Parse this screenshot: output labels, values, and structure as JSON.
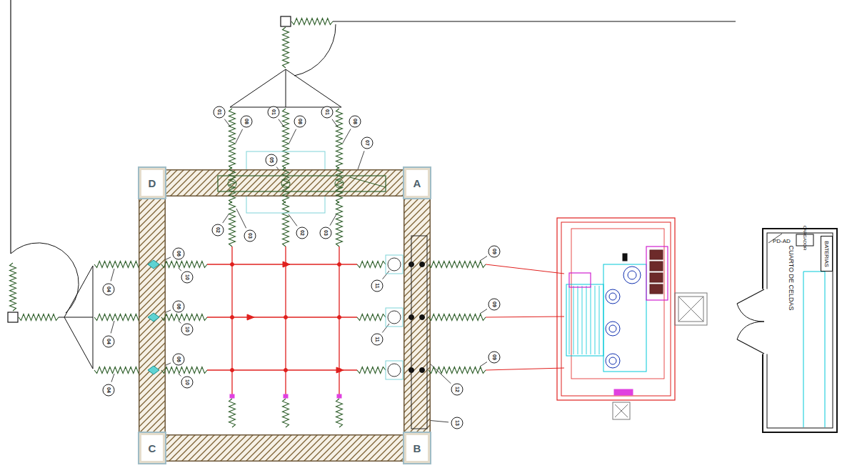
{
  "diagram": {
    "nodes": [
      {
        "text": [
          "D"
        ]
      },
      {
        "text": [
          "A"
        ]
      },
      {
        "text": [
          "C"
        ]
      },
      {
        "text": [
          "B"
        ]
      },
      {
        "text": [
          "BATERIAS"
        ]
      }
    ],
    "edges": [
      {
        "from": 0,
        "to": 1,
        "arrow": "none"
      },
      {
        "from": 1,
        "to": 3,
        "arrow": "none"
      },
      {
        "from": 3,
        "to": 2,
        "arrow": "none"
      },
      {
        "from": 2,
        "to": 0,
        "arrow": "none"
      }
    ],
    "labels": [
      "01",
      "08",
      "01",
      "08",
      "01",
      "08",
      "05",
      "07",
      "02",
      "03",
      "02",
      "03",
      "04",
      "04",
      "04",
      "06",
      "10",
      "06",
      "10",
      "06",
      "10",
      "09",
      "09",
      "09",
      "11",
      "11",
      "12",
      "13",
      "PD-AD",
      "CARGADOR",
      "CUARTO DE CELDAS"
    ]
  }
}
